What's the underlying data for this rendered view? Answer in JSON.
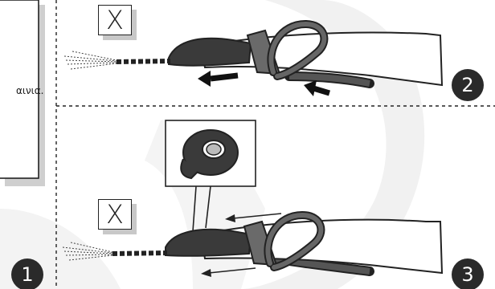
{
  "panel1": {
    "text_fragment": "αινια.",
    "step_number": "1"
  },
  "panel2": {
    "wrong_mark": "X",
    "step_number": "2"
  },
  "panel3": {
    "wrong_mark": "X",
    "step_number": "3",
    "inset_item": "insulating-tape-roll"
  },
  "colors": {
    "line": "#222222",
    "badge": "#2a2a2a",
    "shadow": "#c8c8c8",
    "watermark": "#efefef",
    "sleeve": "#6a6a6a",
    "cord": "#ffffff",
    "tape_dark": "#3a3a3a"
  }
}
